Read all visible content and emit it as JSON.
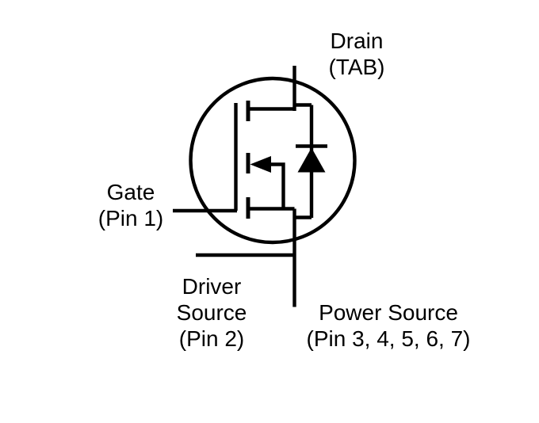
{
  "diagram": {
    "type": "n-channel power MOSFET symbol with body diode, split source",
    "colors": {
      "background": "#ffffff",
      "line": "#000000",
      "text": "#000000"
    },
    "labels": {
      "drain": {
        "line1": "Drain",
        "line2": "(TAB)"
      },
      "gate": {
        "line1": "Gate",
        "line2": "(Pin 1)"
      },
      "driver_source": {
        "line1": "Driver",
        "line2": "Source",
        "line3": "(Pin 2)"
      },
      "power_source": {
        "line1": "Power Source",
        "line2": "(Pin 3, 4, 5, 6, 7)"
      }
    }
  }
}
